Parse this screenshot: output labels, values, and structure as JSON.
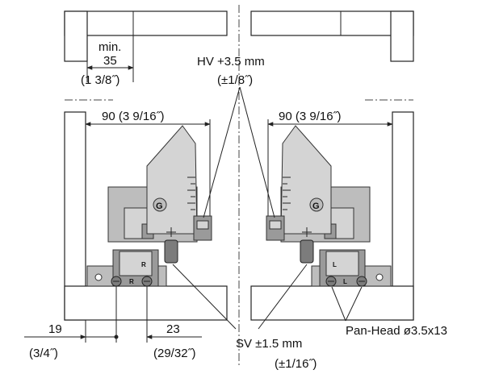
{
  "labels": {
    "min_label": "min.",
    "min_value": "35",
    "min_inch": "(1 3/8˝)",
    "hv_label": "HV +3.5 mm",
    "hv_inch": "(±1/8˝)",
    "width_left": "90  (3 9/16˝)",
    "width_right": "90  (3 9/16˝)",
    "dim_19": "19",
    "dim_19_inch": "(3/4˝)",
    "dim_23": "23",
    "dim_23_inch": "(29/32˝)",
    "sv_label": "SV ±1.5 mm",
    "sv_inch": "(±1/16˝)",
    "screw_label": "Pan-Head ø3.5x13"
  },
  "markers": {
    "right_hinge": "R",
    "left_hinge": "L",
    "logo": "G"
  }
}
